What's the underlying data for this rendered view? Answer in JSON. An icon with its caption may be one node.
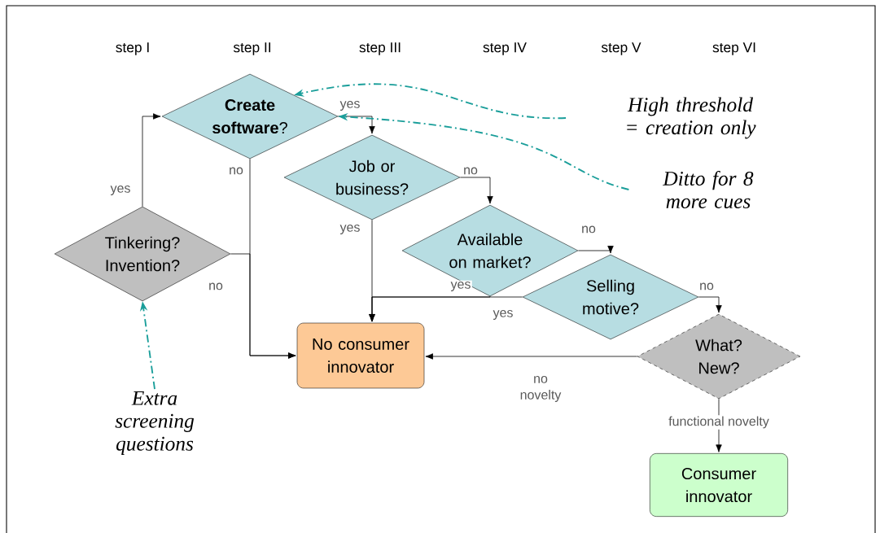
{
  "diagram": {
    "nodes": [
      {
        "text": [
          "Tinkering? Invention?"
        ]
      },
      {
        "text": [
          "**Create software**?"
        ]
      },
      {
        "text": [
          "Job or business?"
        ]
      },
      {
        "text": [
          "Available on market?"
        ]
      },
      {
        "text": [
          "Selling motive?"
        ]
      },
      {
        "text": [
          "What? New?"
        ]
      },
      {
        "text": [
          "No consumer innovator"
        ]
      },
      {
        "text": [
          "Consumer innovator"
        ]
      },
      {
        "text": [
          "Extra screening questions"
        ]
      },
      {
        "text": [
          "High threshold = creation only"
        ]
      },
      {
        "text": [
          "Ditto for 8 more cues"
        ]
      }
    ],
    "edges": [
      {
        "from": 0,
        "to": 1,
        "arrow": "to",
        "label": "yes"
      },
      {
        "from": 0,
        "to": 6,
        "arrow": "to",
        "label": "no"
      },
      {
        "from": 1,
        "to": 2,
        "arrow": "to",
        "label": "yes"
      },
      {
        "from": 1,
        "to": 6,
        "arrow": "to",
        "label": "no"
      },
      {
        "from": 2,
        "to": 3,
        "arrow": "to",
        "label": "no"
      },
      {
        "from": 2,
        "to": 6,
        "arrow": "to",
        "label": "yes"
      },
      {
        "from": 3,
        "to": 4,
        "arrow": "to",
        "label": "no"
      },
      {
        "from": 3,
        "to": 6,
        "arrow": "to",
        "label": "yes"
      },
      {
        "from": 4,
        "to": 6,
        "arrow": "to",
        "label": "yes"
      },
      {
        "from": 4,
        "to": 5,
        "arrow": "to",
        "label": "no"
      },
      {
        "from": 5,
        "to": 6,
        "arrow": "to",
        "label": "no novelty"
      },
      {
        "from": 5,
        "to": 7,
        "arrow": "to",
        "label": "functional novelty"
      },
      {
        "from": 8,
        "to": 0,
        "arrow": "to",
        "style": "dashed",
        "color": "#1a9e9a"
      },
      {
        "from": 9,
        "to": 1,
        "arrow": "to",
        "style": "dashed",
        "color": "#1a9e9a"
      },
      {
        "from": 10,
        "to": 1,
        "arrow": "to",
        "style": "dashed",
        "color": "#1a9e9a"
      }
    ],
    "labels": [
      "step I",
      "step II",
      "step III",
      "step IV",
      "step V",
      "step VI"
    ]
  }
}
